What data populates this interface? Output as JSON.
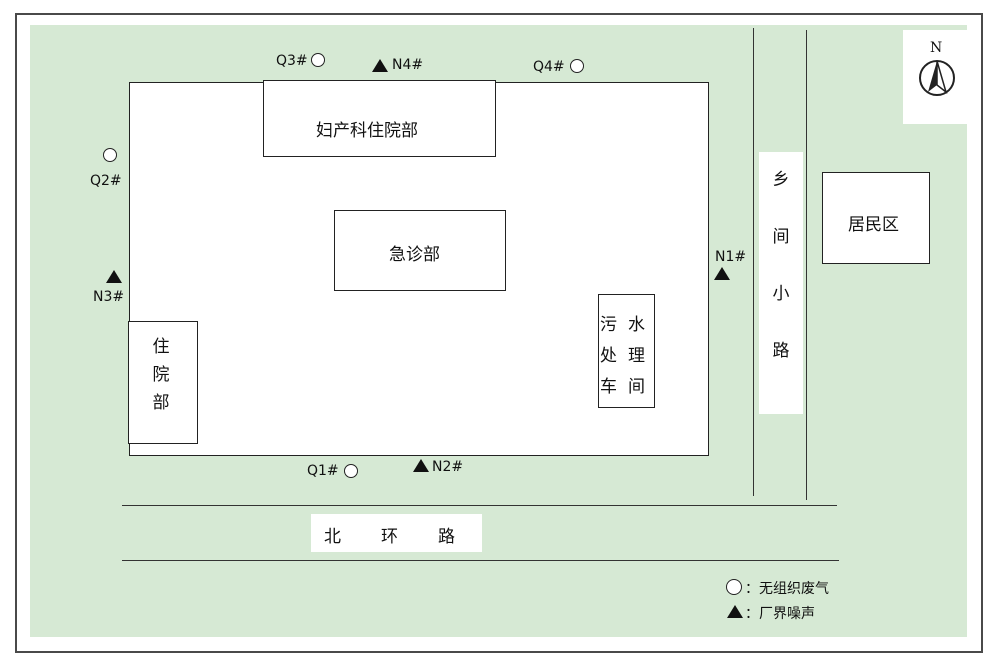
{
  "compass": {
    "letter": "N"
  },
  "buildings": {
    "maternity_ward": "妇产科住院部",
    "emergency": "急诊部",
    "inpatient": [
      "住",
      "院",
      "部"
    ],
    "sewage": [
      "污",
      "水",
      "处",
      "理",
      "车",
      "间"
    ],
    "residential": "居民区"
  },
  "roads": {
    "village_path": [
      "乡",
      "间",
      "小",
      "路"
    ],
    "north_ring": [
      "北",
      "环",
      "路"
    ]
  },
  "points": {
    "Q1": "Q1#",
    "Q2": "Q2#",
    "Q3": "Q3#",
    "Q4": "Q4#",
    "N1": "N1#",
    "N2": "N2#",
    "N3": "N3#",
    "N4": "N4#"
  },
  "legend": {
    "circle_label": "：无组织废气",
    "triangle_label": "：厂界噪声"
  },
  "colors": {
    "background": "#d6e9d4",
    "building": "#ffffff"
  }
}
